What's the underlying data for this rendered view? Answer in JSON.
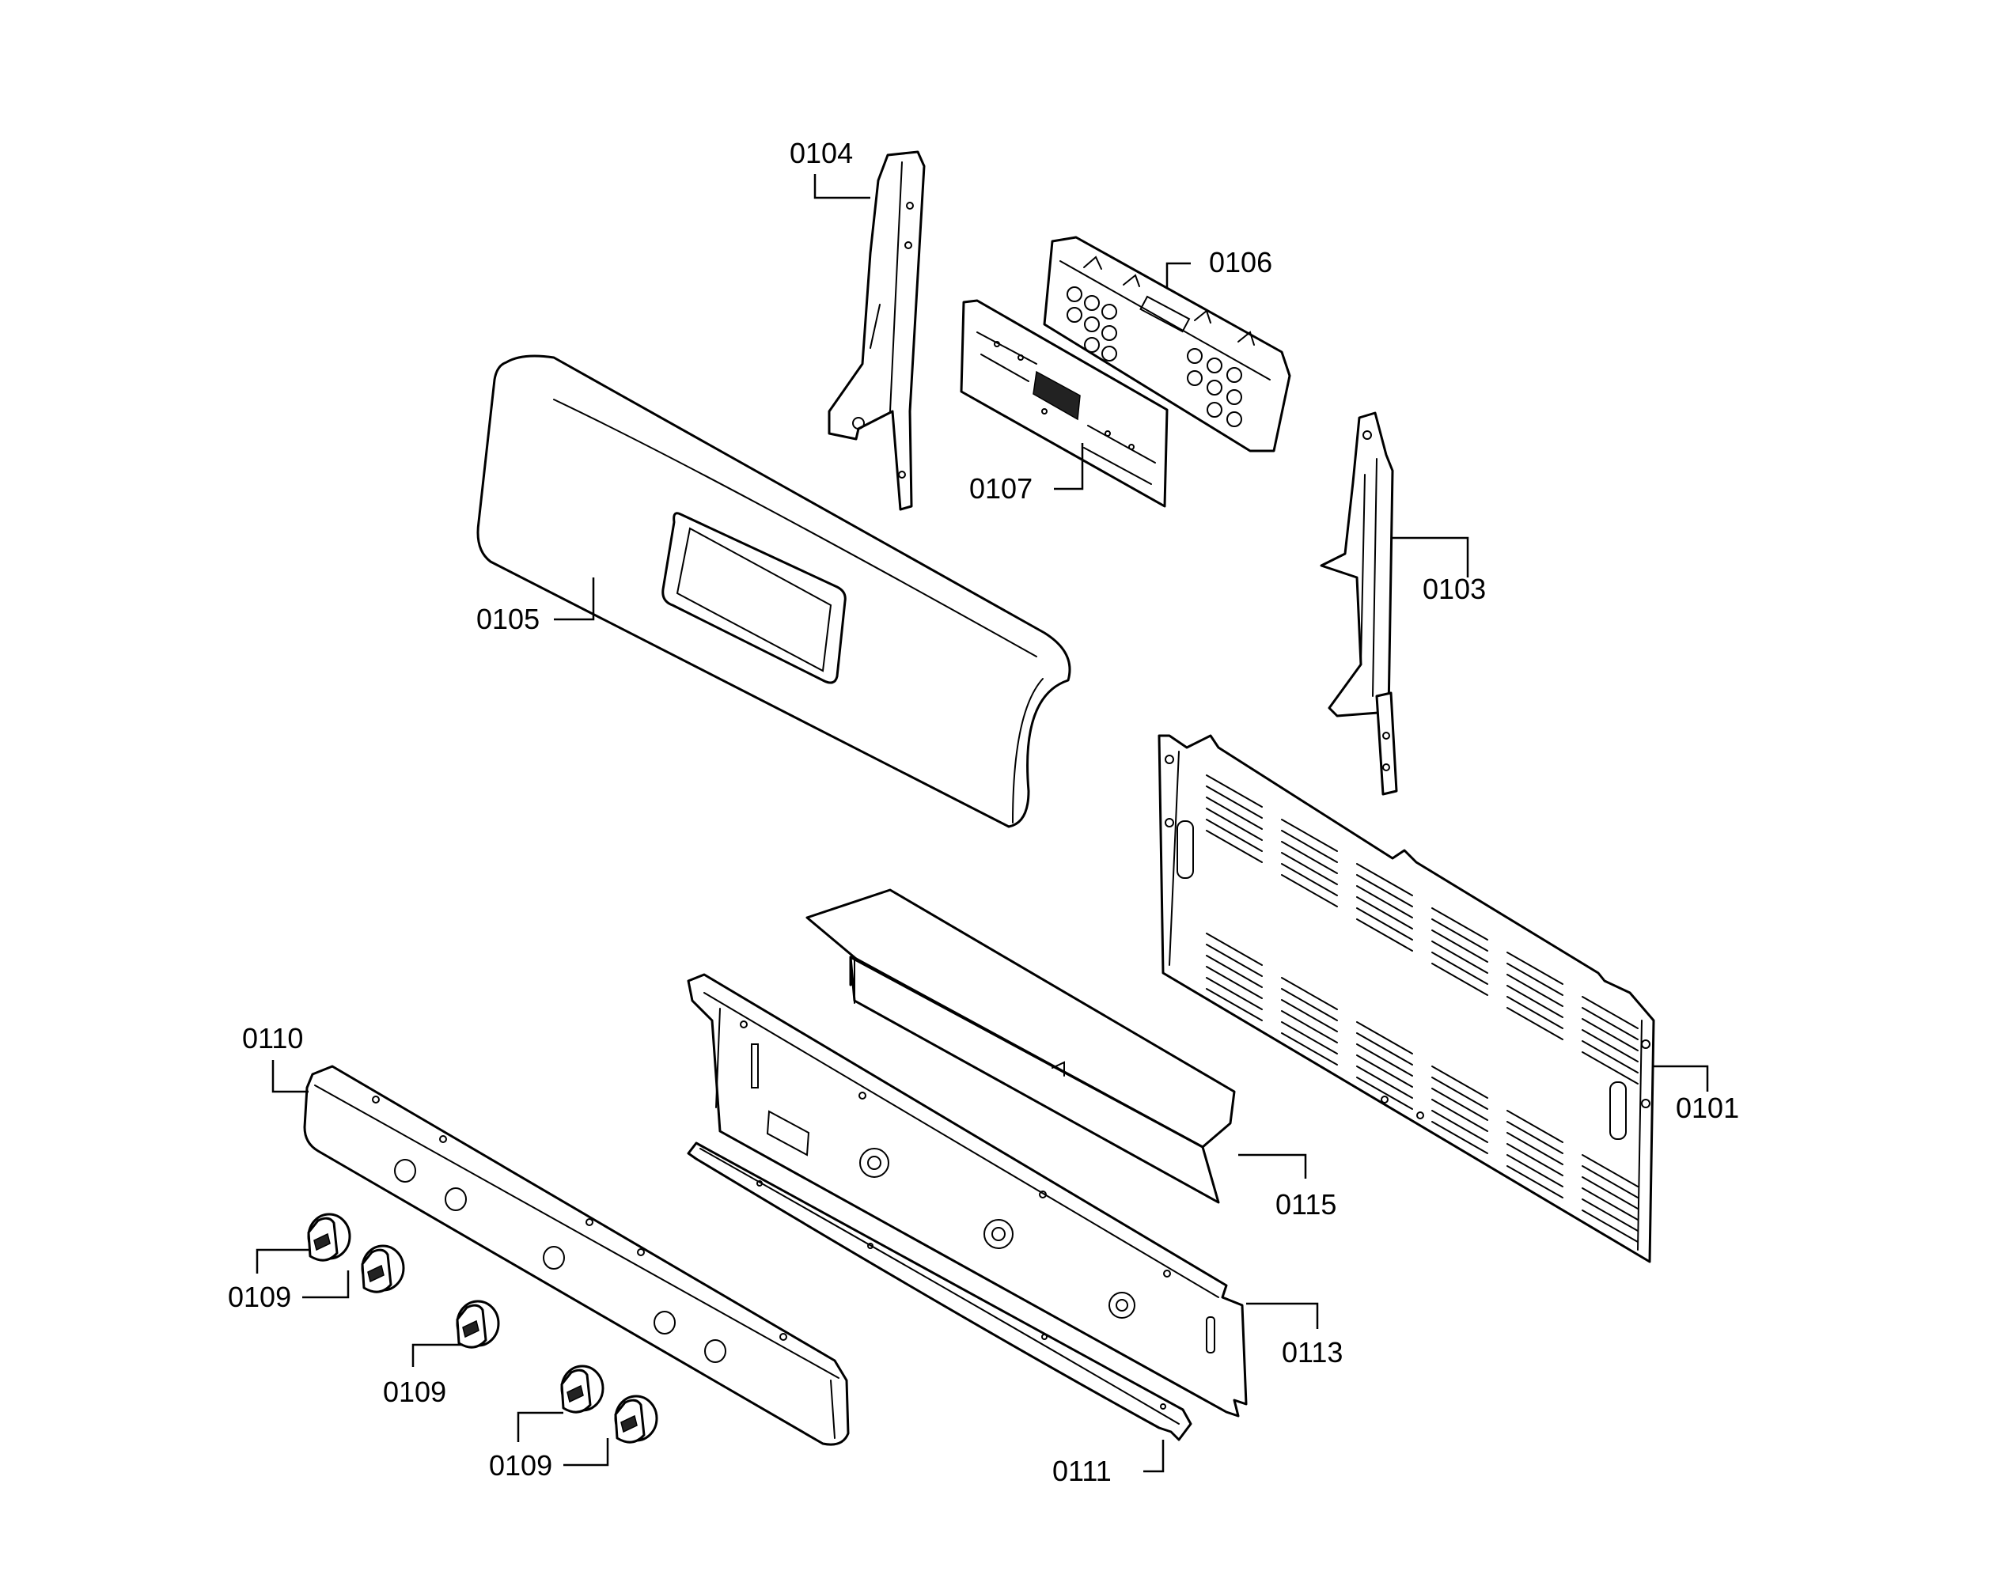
{
  "labels": {
    "l0101": "0101",
    "l0103": "0103",
    "l0104": "0104",
    "l0105": "0105",
    "l0106": "0106",
    "l0107": "0107",
    "l0109a": "0109",
    "l0109b": "0109",
    "l0109c": "0109",
    "l0110": "0110",
    "l0111": "0111",
    "l0113": "0113",
    "l0115": "0115"
  },
  "colors": {
    "line": "#000000",
    "background": "#ffffff"
  }
}
